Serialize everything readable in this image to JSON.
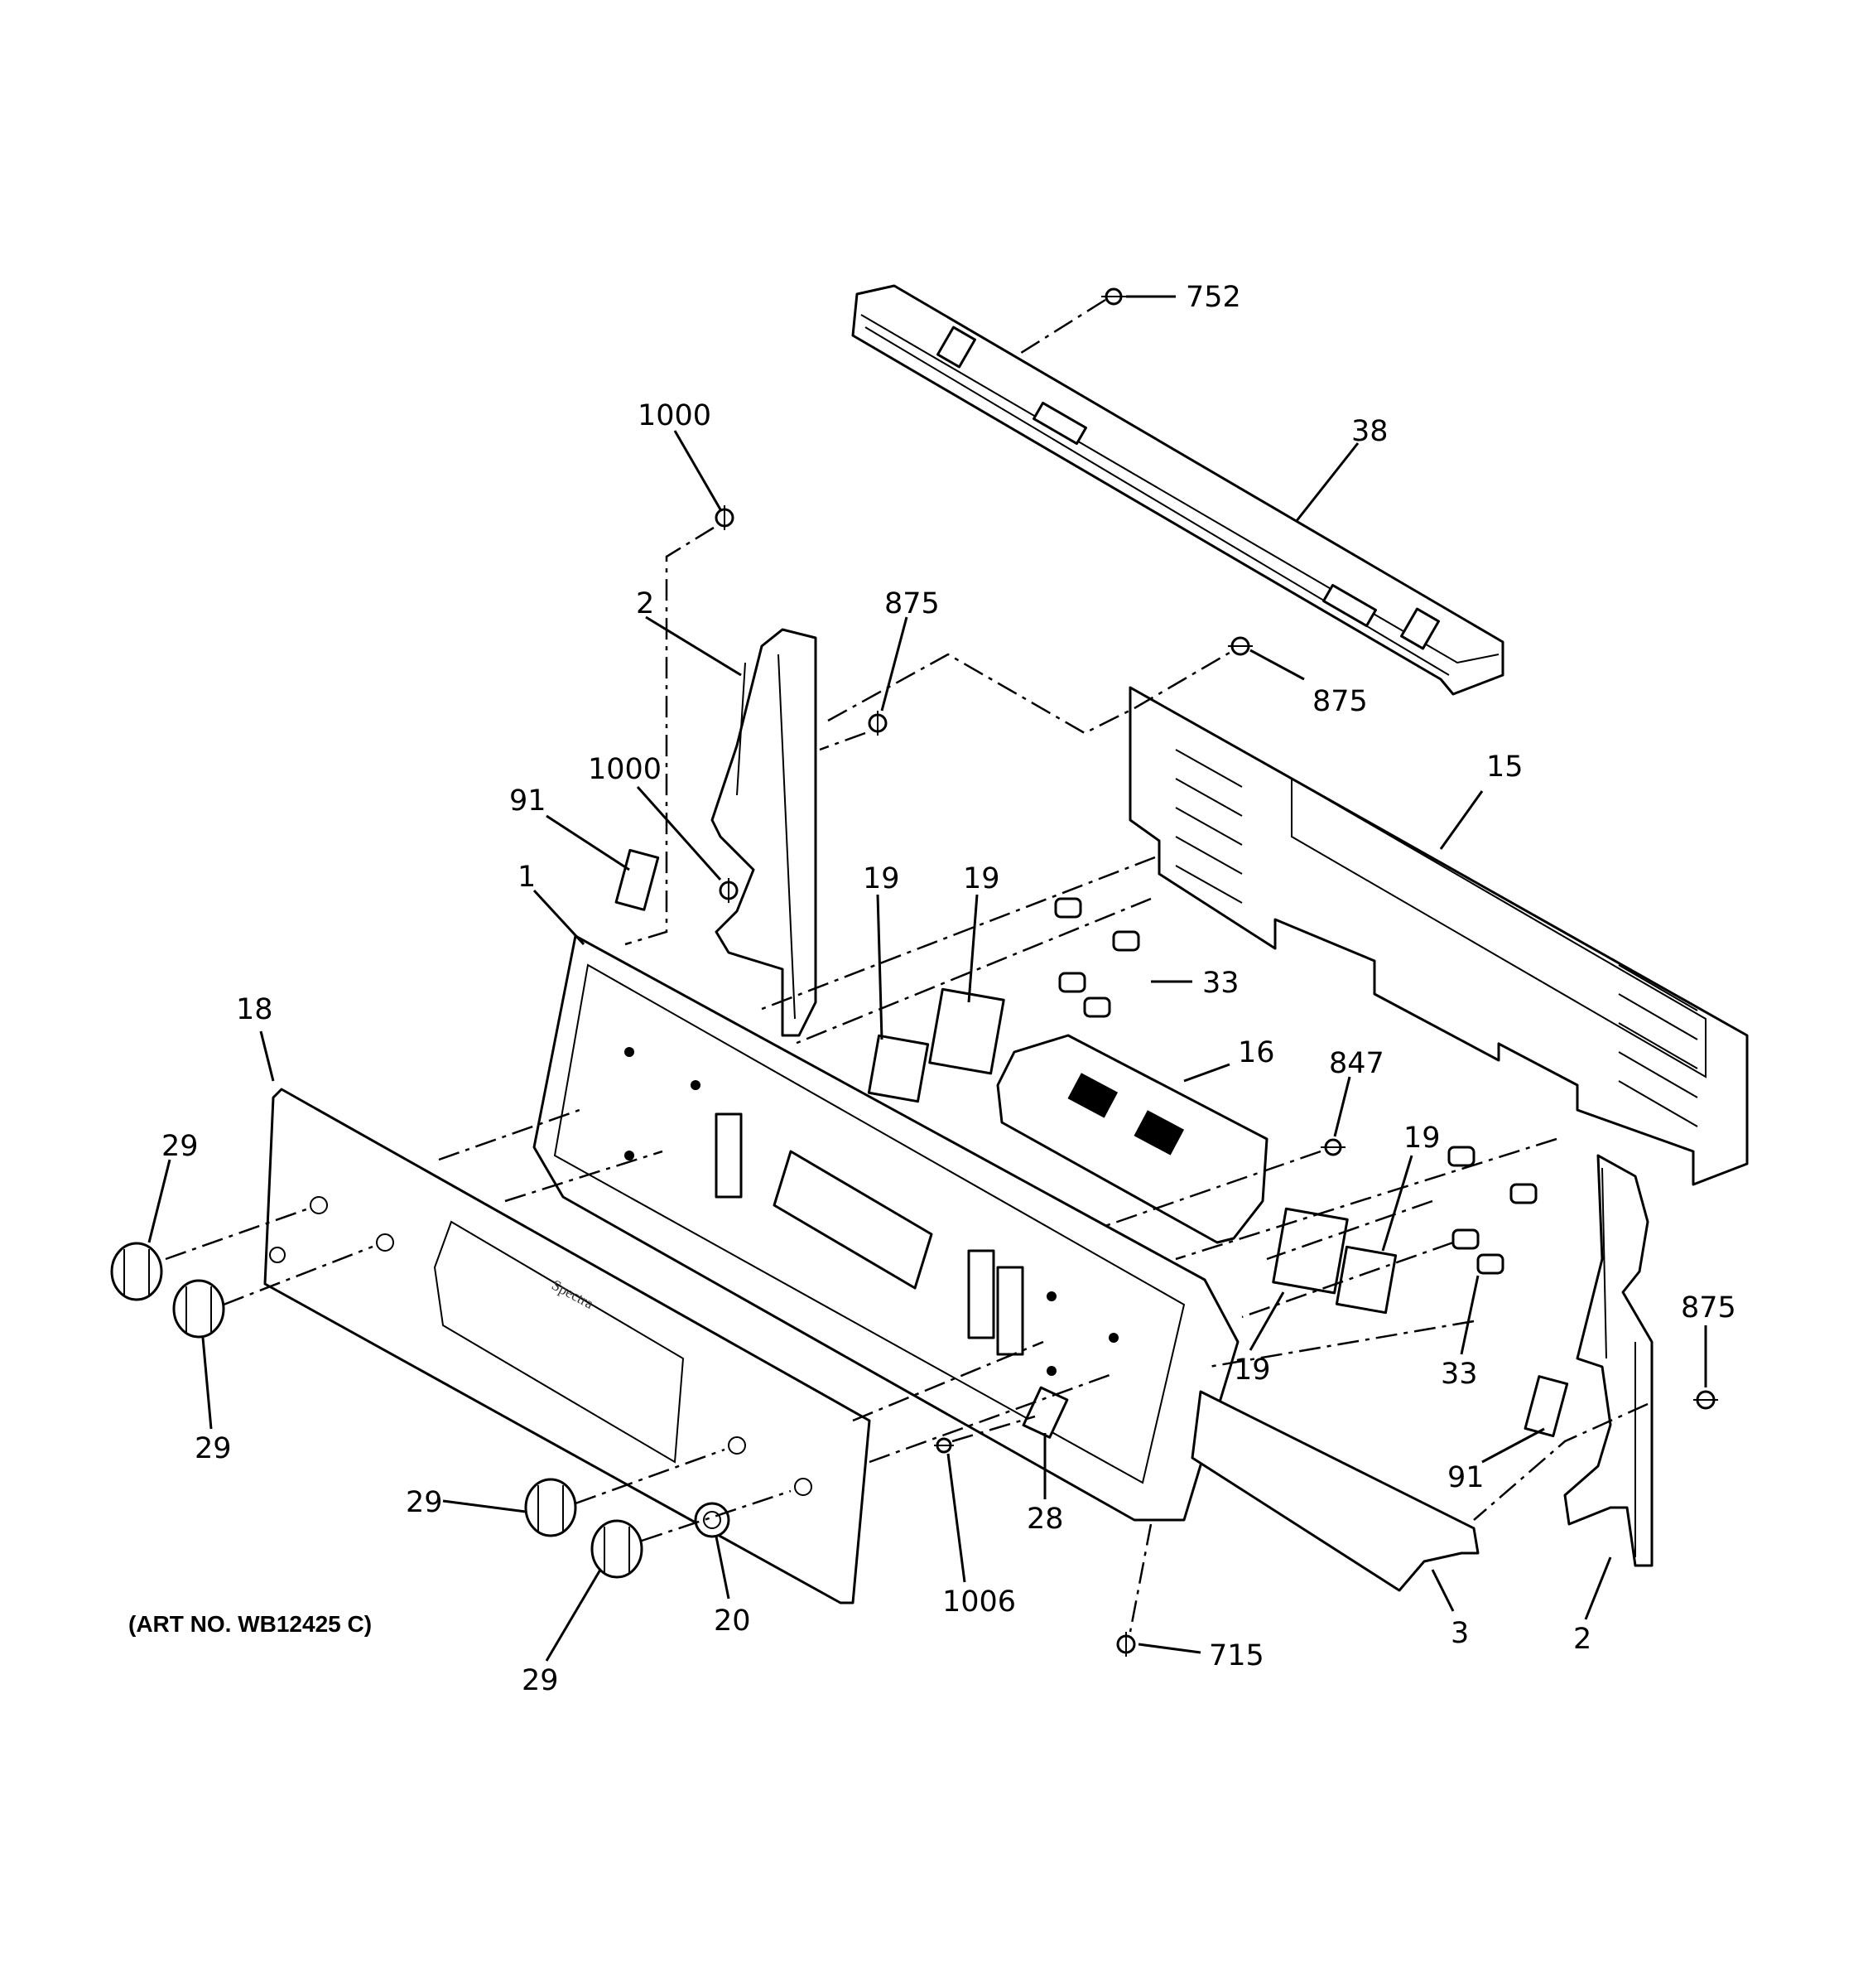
{
  "diagram": {
    "art_number": "(ART NO. WB12425 C)",
    "panel_brand_text": "Spectra",
    "callouts": [
      {
        "id": "c752",
        "text": "752"
      },
      {
        "id": "c38",
        "text": "38"
      },
      {
        "id": "c1000a",
        "text": "1000"
      },
      {
        "id": "c2a",
        "text": "2"
      },
      {
        "id": "c875a",
        "text": "875"
      },
      {
        "id": "c875b",
        "text": "875"
      },
      {
        "id": "c1000b",
        "text": "1000"
      },
      {
        "id": "c91a",
        "text": "91"
      },
      {
        "id": "c15",
        "text": "15"
      },
      {
        "id": "c1",
        "text": "1"
      },
      {
        "id": "c19a",
        "text": "19"
      },
      {
        "id": "c19b",
        "text": "19"
      },
      {
        "id": "c33a",
        "text": "33"
      },
      {
        "id": "c18",
        "text": "18"
      },
      {
        "id": "c16",
        "text": "16"
      },
      {
        "id": "c847",
        "text": "847"
      },
      {
        "id": "c29a",
        "text": "29"
      },
      {
        "id": "c19c",
        "text": "19"
      },
      {
        "id": "c875c",
        "text": "875"
      },
      {
        "id": "c29b",
        "text": "29"
      },
      {
        "id": "c19d",
        "text": "19"
      },
      {
        "id": "c33b",
        "text": "33"
      },
      {
        "id": "c91b",
        "text": "91"
      },
      {
        "id": "c28",
        "text": "28"
      },
      {
        "id": "c29c",
        "text": "29"
      },
      {
        "id": "c1006",
        "text": "1006"
      },
      {
        "id": "c20",
        "text": "20"
      },
      {
        "id": "c3",
        "text": "3"
      },
      {
        "id": "c2b",
        "text": "2"
      },
      {
        "id": "c715",
        "text": "715"
      },
      {
        "id": "c29d",
        "text": "29"
      }
    ]
  }
}
